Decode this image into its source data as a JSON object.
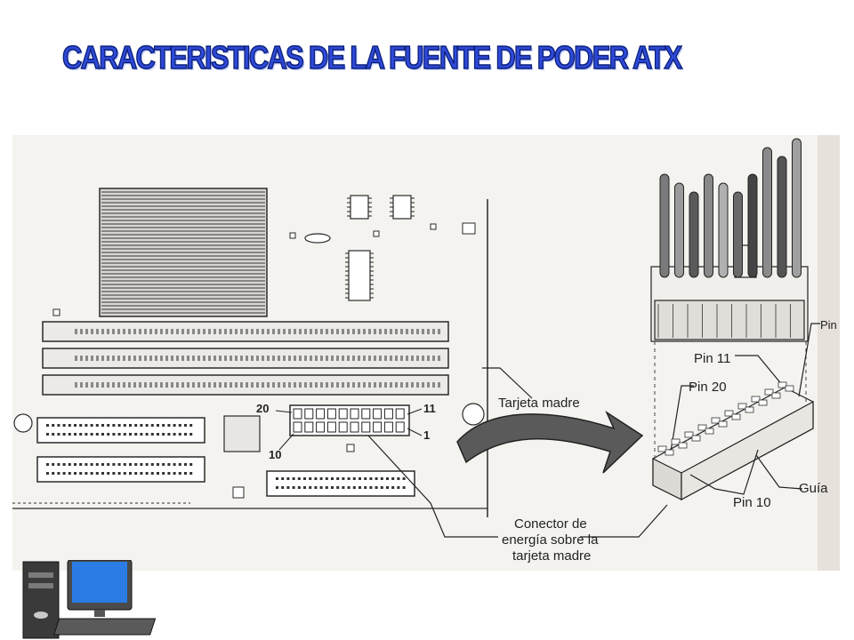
{
  "slide": {
    "title": "CARACTERISTICAS DE LA FUENTE DE PODER ATX"
  },
  "diagram": {
    "pin_numbers": {
      "top_left": "20",
      "top_right": "11",
      "bottom_left": "10",
      "bottom_right": "1"
    },
    "labels": {
      "motherboard": "Tarjeta madre",
      "connector_line1": "Conector de",
      "connector_line2": "energía sobre la",
      "connector_line3": "tarjeta madre",
      "pin11": "Pin 11",
      "pin20": "Pin 20",
      "pin10": "Pin 10",
      "guide": "Guía",
      "pin_edge": "Pin"
    }
  },
  "colors": {
    "title_fill": "#2f4ad8",
    "title_stroke": "#0a1f7a",
    "paper": "#f4f3ef",
    "ink": "#2a2a2a"
  },
  "icons": [
    "desktop-computer-icon"
  ]
}
